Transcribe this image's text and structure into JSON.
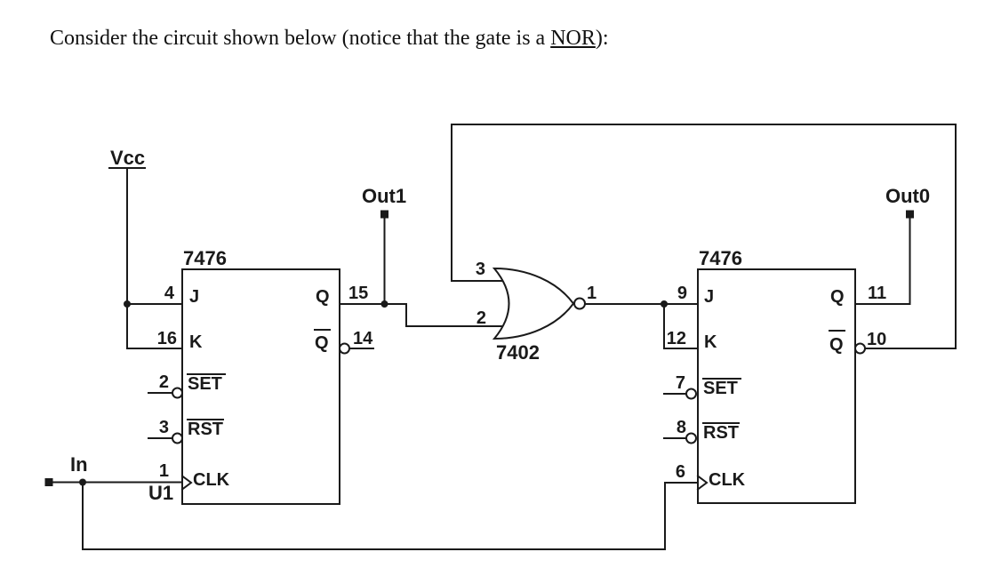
{
  "title": {
    "prefix": "Consider the circuit shown below (notice that the gate is a ",
    "underlined": "NOR",
    "suffix": "):"
  },
  "colors": {
    "ink": "#1a1a1a",
    "background": "#ffffff"
  },
  "labels": {
    "vcc": "Vcc",
    "input": "In",
    "out1": "Out1",
    "out0": "Out0"
  },
  "left_ff": {
    "part": "7476",
    "ref": "U1",
    "pins": {
      "j": {
        "number": "4",
        "name": "J"
      },
      "k": {
        "number": "16",
        "name": "K"
      },
      "set": {
        "number": "2",
        "name": "SET"
      },
      "rst": {
        "number": "3",
        "name": "RST"
      },
      "clk": {
        "number": "1",
        "name": "CLK"
      },
      "q": {
        "number": "15",
        "name": "Q"
      },
      "qbar": {
        "number": "14",
        "name": "Q"
      }
    }
  },
  "gate": {
    "part": "7402",
    "pins": {
      "input_top": "3",
      "input_bottom": "2",
      "output": "1"
    }
  },
  "right_ff": {
    "part": "7476",
    "pins": {
      "j": {
        "number": "9",
        "name": "J"
      },
      "k": {
        "number": "12",
        "name": "K"
      },
      "set": {
        "number": "7",
        "name": "SET"
      },
      "rst": {
        "number": "8",
        "name": "RST"
      },
      "clk": {
        "number": "6",
        "name": "CLK"
      },
      "q": {
        "number": "11",
        "name": "Q"
      },
      "qbar": {
        "number": "10",
        "name": "Q"
      }
    }
  }
}
